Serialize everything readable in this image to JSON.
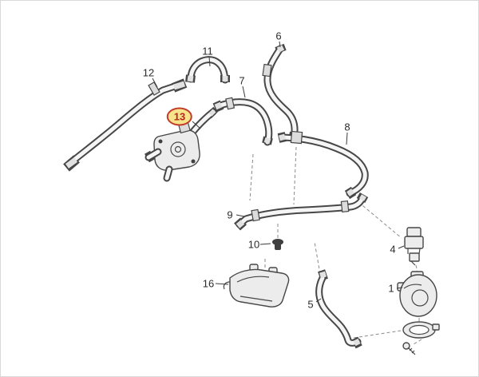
{
  "diagram": {
    "kind": "exploded-parts-diagram",
    "highlighted_part": "13",
    "colors": {
      "label_text": "#2b2b2b",
      "line": "#474747",
      "hose_fill": "#f5f5f5",
      "dash": "#8a8a8a",
      "highlight_border": "#c23b2a",
      "highlight_fill": "#f7e38b",
      "highlight_text": "#b5271d",
      "canvas_bg": "#ffffff",
      "canvas_border": "#d9d9d9"
    },
    "callouts": [
      {
        "label": "12",
        "highlighted": false
      },
      {
        "label": "11",
        "highlighted": false
      },
      {
        "label": "6",
        "highlighted": false
      },
      {
        "label": "7",
        "highlighted": false
      },
      {
        "label": "13",
        "highlighted": true
      },
      {
        "label": "8",
        "highlighted": false
      },
      {
        "label": "9",
        "highlighted": false
      },
      {
        "label": "10",
        "highlighted": false
      },
      {
        "label": "16",
        "highlighted": false
      },
      {
        "label": "5",
        "highlighted": false
      },
      {
        "label": "4",
        "highlighted": false
      },
      {
        "label": "1",
        "highlighted": false
      }
    ]
  }
}
